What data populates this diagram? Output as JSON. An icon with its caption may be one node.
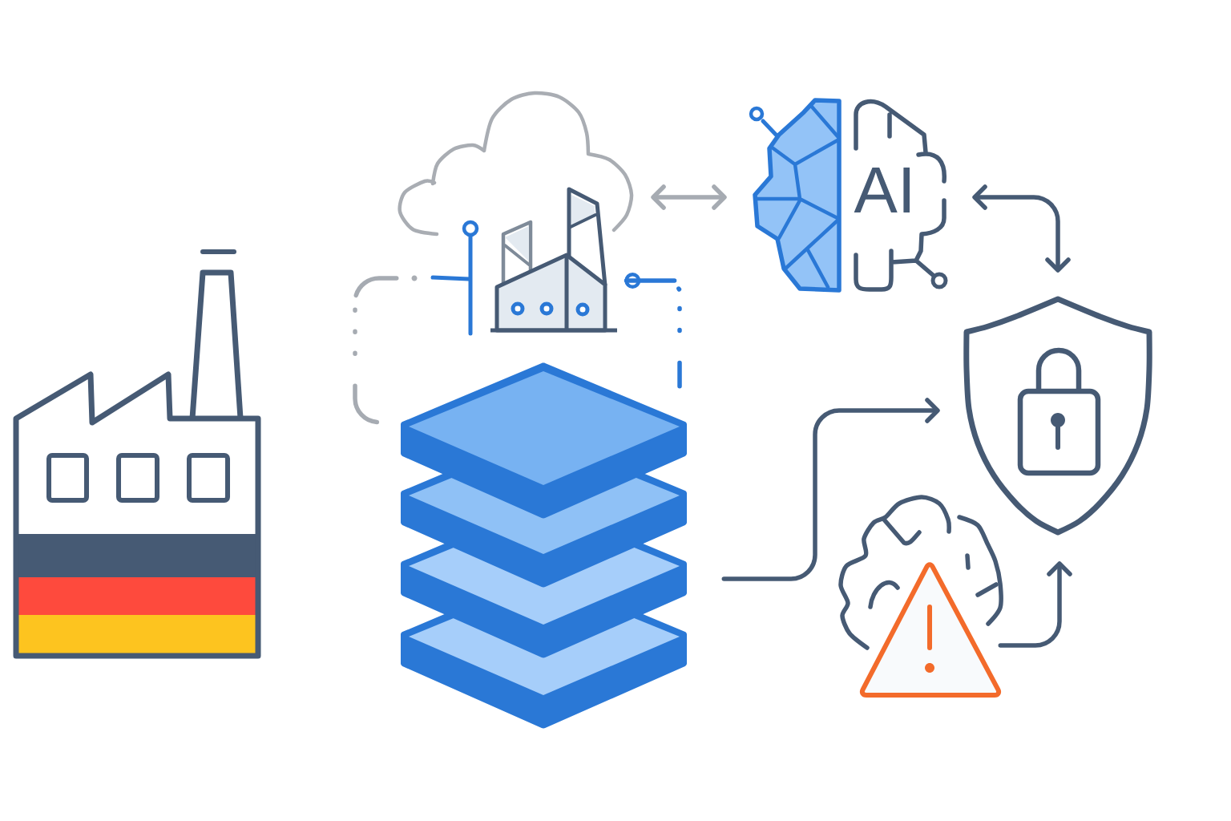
{
  "diagram": {
    "nodes": [
      {
        "text": [],
        "shape": "picture"
      },
      {
        "text": [],
        "shape": "picture"
      },
      {
        "text": [
          "AI"
        ]
      },
      {
        "text": [],
        "shape": "picture"
      },
      {
        "text": [],
        "shape": "picture"
      },
      {
        "text": [],
        "shape": "picture"
      }
    ],
    "edges": [
      {
        "from": 1,
        "to": 2,
        "arrow": "both",
        "color": "#a6abb2"
      },
      {
        "from": 2,
        "to": 4,
        "arrow": "both"
      },
      {
        "from": 3,
        "to": 4,
        "arrow": "to"
      },
      {
        "from": 5,
        "to": 4,
        "arrow": "to"
      },
      {
        "from": 1,
        "to": 3,
        "arrow": "none",
        "style": "dashed",
        "color": "#a6abb2"
      },
      {
        "from": 1,
        "to": 3,
        "arrow": "other",
        "style": "dashed",
        "color": "#2a78d6"
      }
    ]
  }
}
